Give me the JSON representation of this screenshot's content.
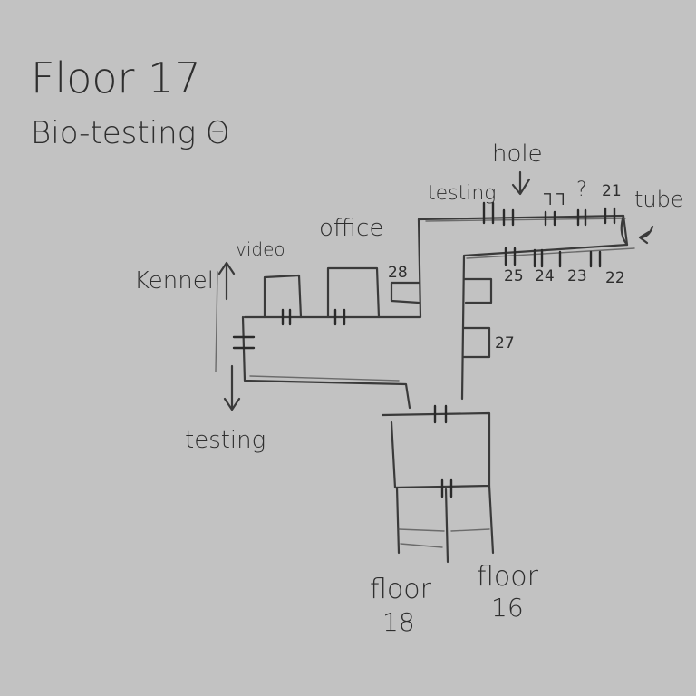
{
  "title": "Floor 17",
  "subtitle": "Bio-testing Θ",
  "labels": {
    "hole": "hole",
    "testing_top": "testing",
    "stairs": "┐┐",
    "question": "?",
    "tube": "tube",
    "office": "office",
    "video": "video",
    "kennel": "Kennel",
    "testing_left": "testing",
    "floor18": "floor",
    "floor18_num": "18",
    "floor16": "floor",
    "floor16_num": "16"
  },
  "rooms": {
    "r21": "21",
    "r22": "22",
    "r23": "23",
    "r24": "24",
    "r25": "25",
    "r27": "27",
    "r28": "28"
  },
  "colors": {
    "background": "#c2c2c2",
    "ink": "#3a3a3a"
  }
}
